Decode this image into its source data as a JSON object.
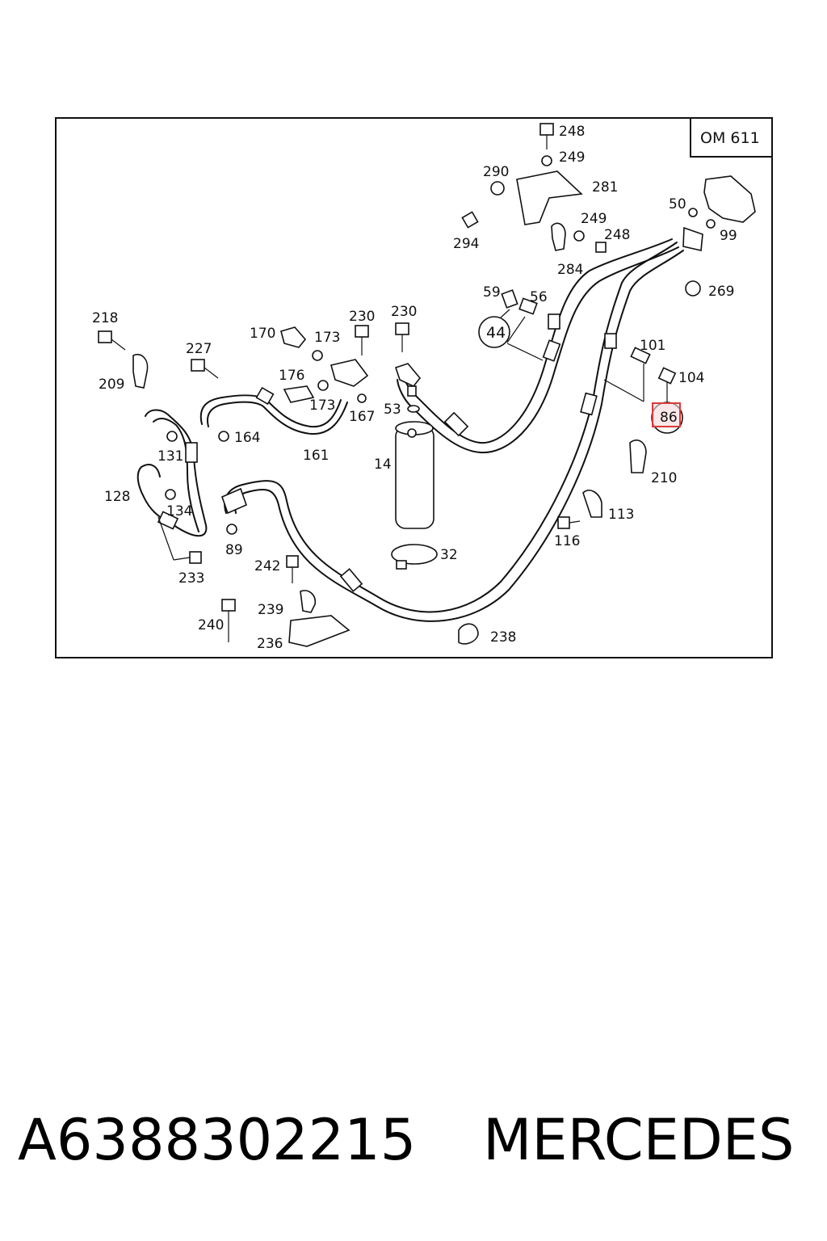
{
  "diagram": {
    "engine_label": "OM 611",
    "highlighted_callout": "86",
    "callouts": [
      "248",
      "249",
      "290",
      "281",
      "294",
      "249",
      "248",
      "284",
      "50",
      "99",
      "269",
      "59",
      "56",
      "44",
      "101",
      "104",
      "86",
      "218",
      "227",
      "209",
      "170",
      "173",
      "176",
      "173",
      "167",
      "230",
      "230",
      "53",
      "14",
      "164",
      "161",
      "131",
      "128",
      "134",
      "89",
      "233",
      "242",
      "239",
      "240",
      "236",
      "238",
      "32",
      "210",
      "113",
      "116"
    ]
  },
  "caption": {
    "part_number": "A6388302215",
    "brand": "MERCEDES"
  },
  "colors": {
    "highlight": "#d93a3a",
    "highlight_fill": "#f6d7da"
  }
}
